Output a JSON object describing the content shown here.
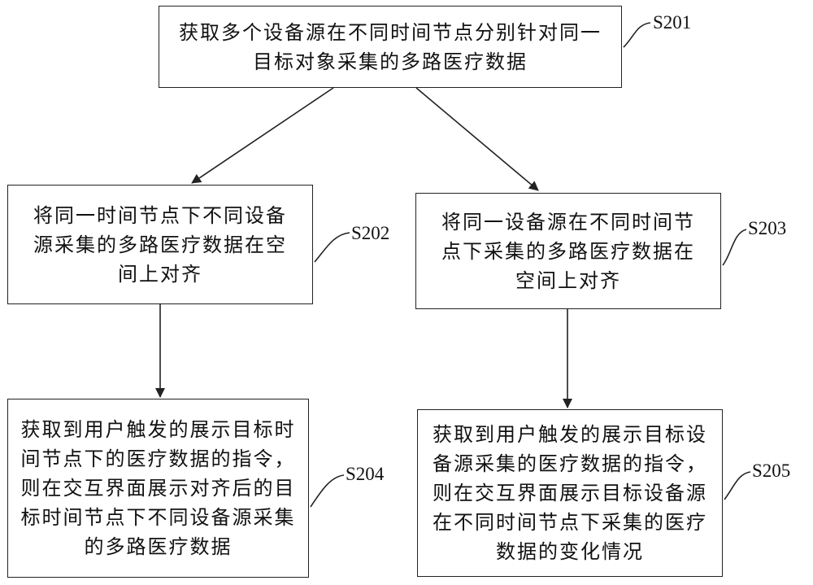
{
  "steps": {
    "s201": {
      "label": "S201",
      "text": "获取多个设备源在不同时间节点分别针对同一目标对象采集的多路医疗数据"
    },
    "s202": {
      "label": "S202",
      "text": "将同一时间节点下不同设备源采集的多路医疗数据在空间上对齐"
    },
    "s203": {
      "label": "S203",
      "text": "将同一设备源在不同时间节点下采集的多路医疗数据在空间上对齐"
    },
    "s204": {
      "label": "S204",
      "text": "获取到用户触发的展示目标时间节点下的医疗数据的指令，则在交互界面展示对齐后的目标时间节点下不同设备源采集的多路医疗数据"
    },
    "s205": {
      "label": "S205",
      "text": "获取到用户触发的展示目标设备源采集的医疗数据的指令，则在交互界面展示目标设备源在不同时间节点下采集的医疗数据的变化情况"
    }
  },
  "colors": {
    "line": "#222222",
    "background": "#ffffff"
  }
}
